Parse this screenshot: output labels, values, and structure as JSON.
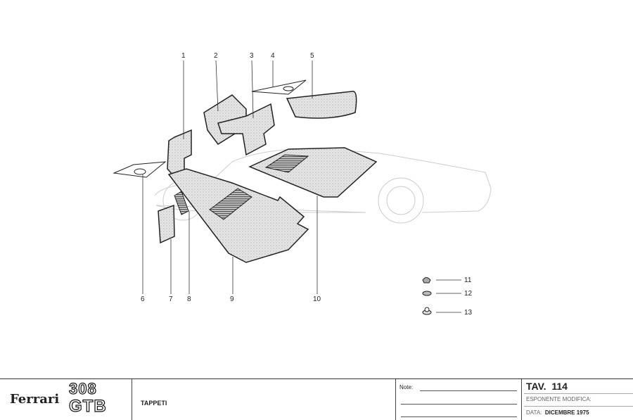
{
  "callouts": [
    "1",
    "2",
    "3",
    "4",
    "5",
    "6",
    "7",
    "8",
    "9",
    "10",
    "11",
    "12",
    "13"
  ],
  "title_block": {
    "brand": "Ferrari",
    "model_top": "308",
    "model_bottom": "GTB",
    "title": "TAPPETI",
    "note_label": "Note:",
    "table_label": "TAV.",
    "table_number": "114",
    "revision_label": "ESPONENTE MODIFICA:",
    "date_label": "DATA:",
    "date_value": "DICEMBRE 1975"
  }
}
